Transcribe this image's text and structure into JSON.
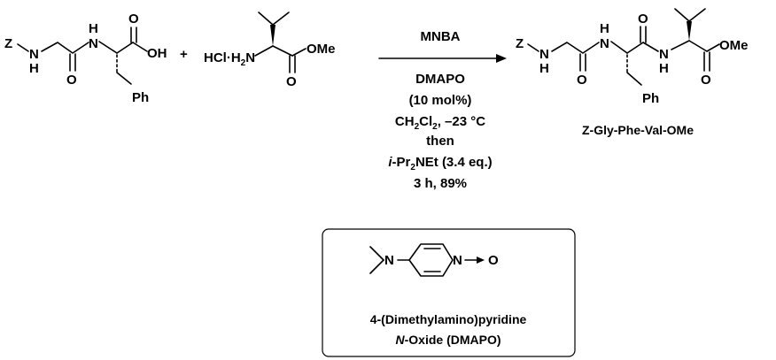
{
  "reactant1": {
    "z": "Z",
    "nh_n": "N",
    "nh_h": "H",
    "nh2_n": "N",
    "nh2_h": "H",
    "o1": "O",
    "o2": "O",
    "oh": "OH",
    "ph": "Ph"
  },
  "reactant2": {
    "hcl": "HCl·H",
    "h2_sub": "2",
    "n": "N",
    "ome": "OMe",
    "o": "O"
  },
  "plus": "+",
  "conditions": {
    "reagent": "MNBA",
    "catalyst": "DMAPO",
    "catalyst_amount": "(10 mol%)",
    "solvent_main": "CH",
    "solvent_sub1": "2",
    "solvent_cl": "Cl",
    "solvent_sub2": "2",
    "solvent_temp": ", –23 °C",
    "then": "then",
    "base_prefix": "i",
    "base_mid": "-Pr",
    "base_sub": "2",
    "base_rest": "NEt (3.4 eq.)",
    "time_yield": "3 h, 89%"
  },
  "product": {
    "z": "Z",
    "n1": "N",
    "h1": "H",
    "n2_h": "H",
    "n2": "N",
    "n3": "N",
    "h3": "H",
    "o1": "O",
    "o2": "O",
    "o3": "O",
    "ome": "OMe",
    "ph": "Ph",
    "name": "Z-Gly-Phe-Val-OMe"
  },
  "dmapo_box": {
    "n_amine": "N",
    "n_ring": "N",
    "o": "O",
    "name_line1": "4-(Dimethylamino)pyridine",
    "name_line2_italic": "N",
    "name_line2_rest": "-Oxide (DMAPO)"
  }
}
